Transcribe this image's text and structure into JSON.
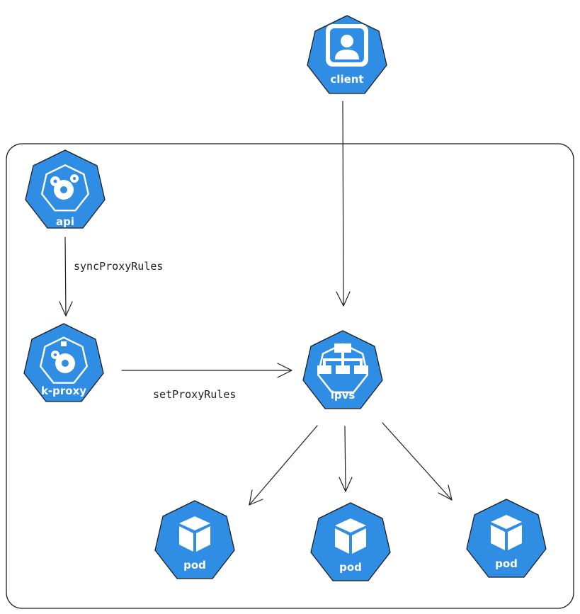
{
  "nodes": {
    "client": "client",
    "api": "api",
    "kproxy": "k-proxy",
    "ipvs": "ipvs",
    "pod1": "pod",
    "pod2": "pod",
    "pod3": "pod"
  },
  "edges": {
    "sync": "syncProxyRules",
    "set": "setProxyRules"
  },
  "colors": {
    "node_fill": "#2f8de4",
    "stroke": "#1e1e1e",
    "background": "#ffffff"
  },
  "icons": {
    "client": "user-icon",
    "api": "gears-icon",
    "kproxy": "gears-icon",
    "ipvs": "network-icon",
    "pod": "cube-icon"
  }
}
